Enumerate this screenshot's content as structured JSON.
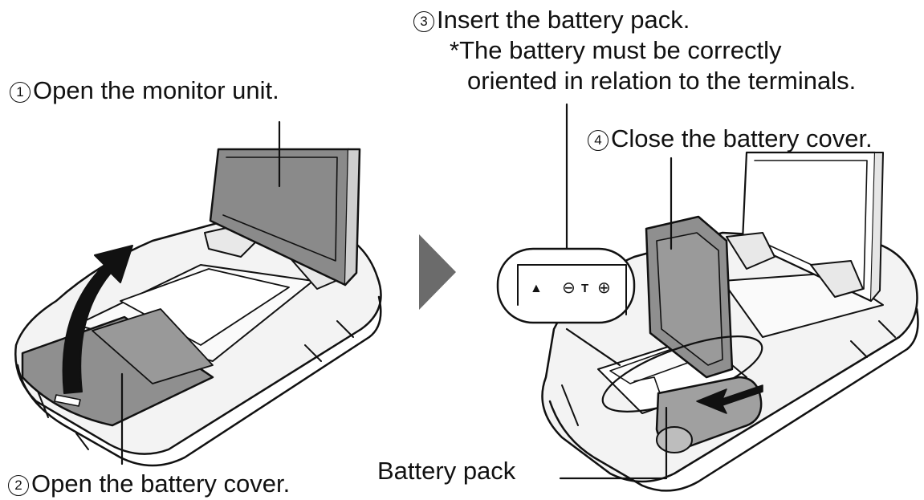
{
  "steps": [
    {
      "number": "1",
      "text": "Open the monitor unit."
    },
    {
      "number": "2",
      "text": "Open the battery cover."
    },
    {
      "number": "3",
      "text": "Insert the battery pack."
    },
    {
      "number": "4",
      "text": "Close the battery cover."
    }
  ],
  "note": {
    "line1": "*The battery must be correctly",
    "line2": "oriented in relation to the terminals."
  },
  "battery_label": "Battery pack",
  "terminal_marks": [
    "▲",
    "⊖",
    "T",
    "⊕"
  ],
  "colors": {
    "ink": "#111111",
    "screen_fill": "#8a8a8a",
    "cover_fill": "#8f8f8f",
    "battery_fill": "#a0a0a0",
    "direction_triangle": "#6b6b6b",
    "body_fill": "#f2f2f2",
    "background": "#ffffff"
  }
}
